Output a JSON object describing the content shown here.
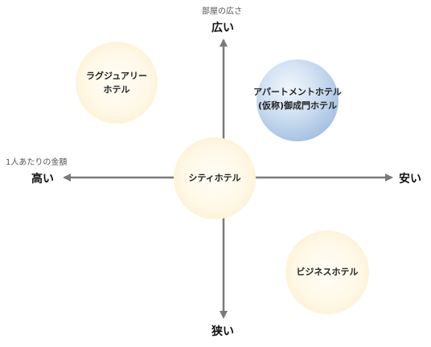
{
  "axes": {
    "vertical_caption": "部屋の広さ",
    "top_label": "広い",
    "bottom_label": "狭い",
    "horizontal_caption": "1人あたりの金額",
    "left_label": "高い",
    "right_label": "安い",
    "color": "#7a7a7a"
  },
  "circles": {
    "luxury": {
      "line1": "ラグジュアリー",
      "line2": "ホテル"
    },
    "apartment": {
      "line1": "アパートメントホテル",
      "line2": "(仮称)御成門ホテル"
    },
    "city": {
      "label": "シティホテル"
    },
    "business": {
      "label": "ビジネスホテル"
    }
  },
  "colors": {
    "cream_fill": "#fff8e6",
    "blue_fill": "#a7c2e2"
  }
}
